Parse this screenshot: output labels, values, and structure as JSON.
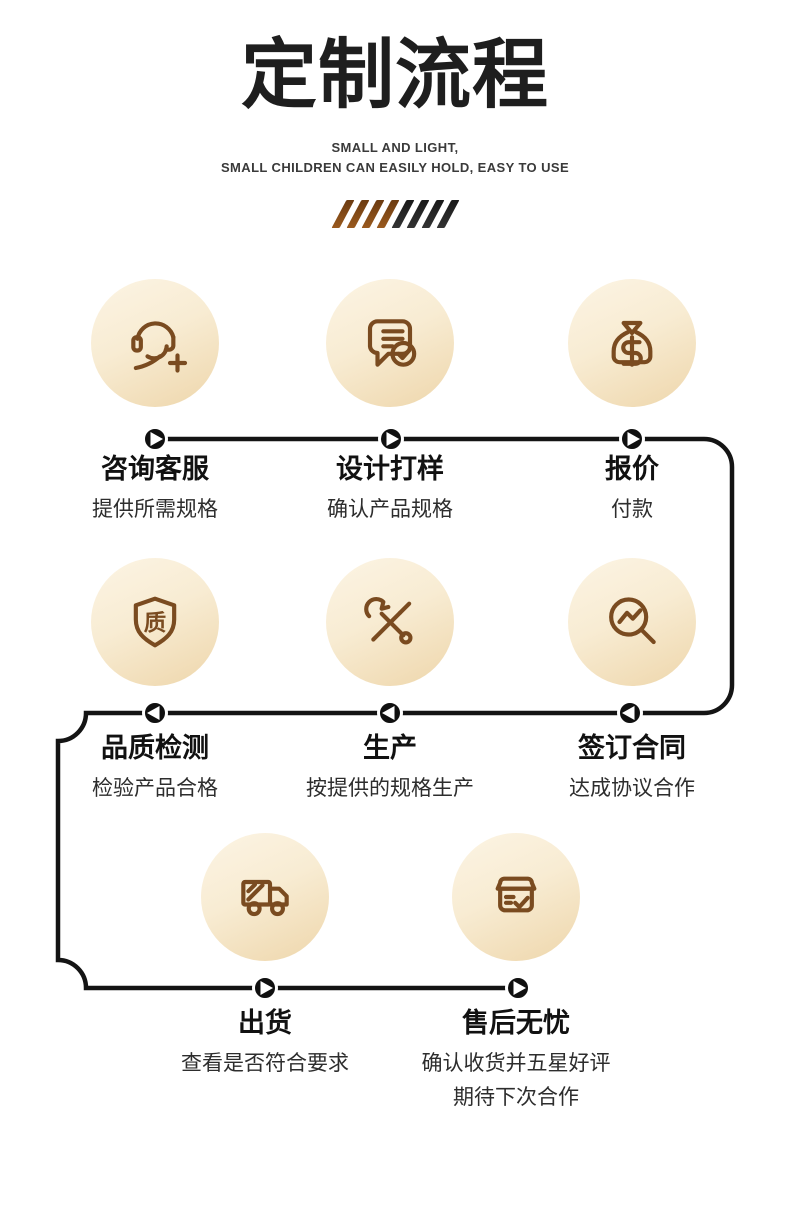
{
  "header": {
    "title": "定制流程",
    "subtitle_line1": "SMALL AND LIGHT,",
    "subtitle_line2": "SMALL CHILDREN CAN EASILY HOLD, EASY TO USE"
  },
  "colors": {
    "icon_brown": "#7a4b20",
    "slash_brown": "#8a4c17",
    "slash_black": "#262626",
    "connector_black": "#141414",
    "circle_gradient_top": "#fcf4e4",
    "circle_gradient_bottom": "#eed6ab"
  },
  "steps": [
    {
      "title": "咨询客服",
      "desc": "提供所需规格",
      "icon": "customer-service-icon"
    },
    {
      "title": "设计打样",
      "desc": "确认产品规格",
      "icon": "design-proof-icon"
    },
    {
      "title": "报价",
      "desc": "付款",
      "icon": "money-bag-icon"
    },
    {
      "title": "品质检测",
      "desc": "检验产品合格",
      "icon": "quality-shield-icon",
      "badge_char": "质"
    },
    {
      "title": "生产",
      "desc": "按提供的规格生产",
      "icon": "tools-icon"
    },
    {
      "title": "签订合同",
      "desc": "达成协议合作",
      "icon": "magnifier-trend-icon"
    },
    {
      "title": "出货",
      "desc": "查看是否符合要求",
      "icon": "truck-icon"
    },
    {
      "title": "售后无忧",
      "desc": "确认收货并五星好评",
      "desc2": "期待下次合作",
      "icon": "package-check-icon"
    }
  ]
}
